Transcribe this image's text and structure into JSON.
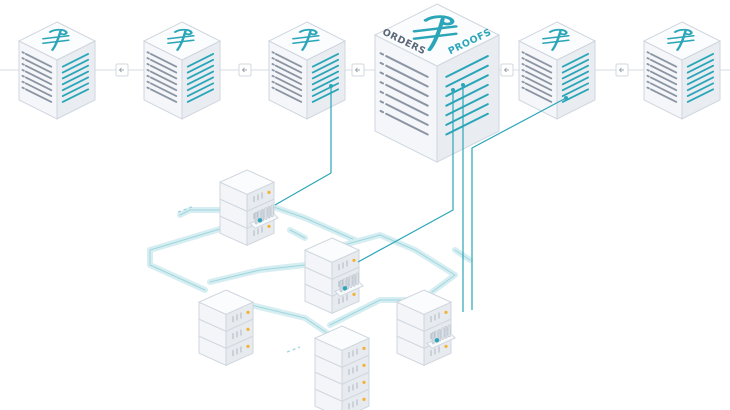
{
  "colors": {
    "accent": "#2aa6b8",
    "line_light": "#bfe4e9",
    "cube_face_left": "#f4f6f9",
    "cube_face_right": "#e9edf2",
    "cube_top": "#fbfcfd",
    "stroke": "#cfd6de",
    "text_gray": "#7a8594",
    "server_led": "#f2b233"
  },
  "chain": {
    "blocks": [
      {
        "icon": "currency-icon"
      },
      {
        "icon": "currency-icon"
      },
      {
        "icon": "currency-icon"
      },
      {
        "icon": "currency-icon",
        "highlighted": true
      },
      {
        "icon": "currency-icon"
      },
      {
        "icon": "currency-icon"
      }
    ],
    "link_icon": "arrow-left-icon"
  },
  "highlighted_block": {
    "left_label": "ORDERS",
    "right_label": "PROOFS"
  },
  "network": {
    "nodes": [
      {
        "id": "node-a",
        "floors": 3,
        "open": true
      },
      {
        "id": "node-b",
        "floors": 3,
        "open": true
      },
      {
        "id": "node-c",
        "floors": 3,
        "open": true
      },
      {
        "id": "node-d",
        "floors": 3,
        "open": false
      },
      {
        "id": "node-e",
        "floors": 4,
        "open": false
      }
    ]
  }
}
